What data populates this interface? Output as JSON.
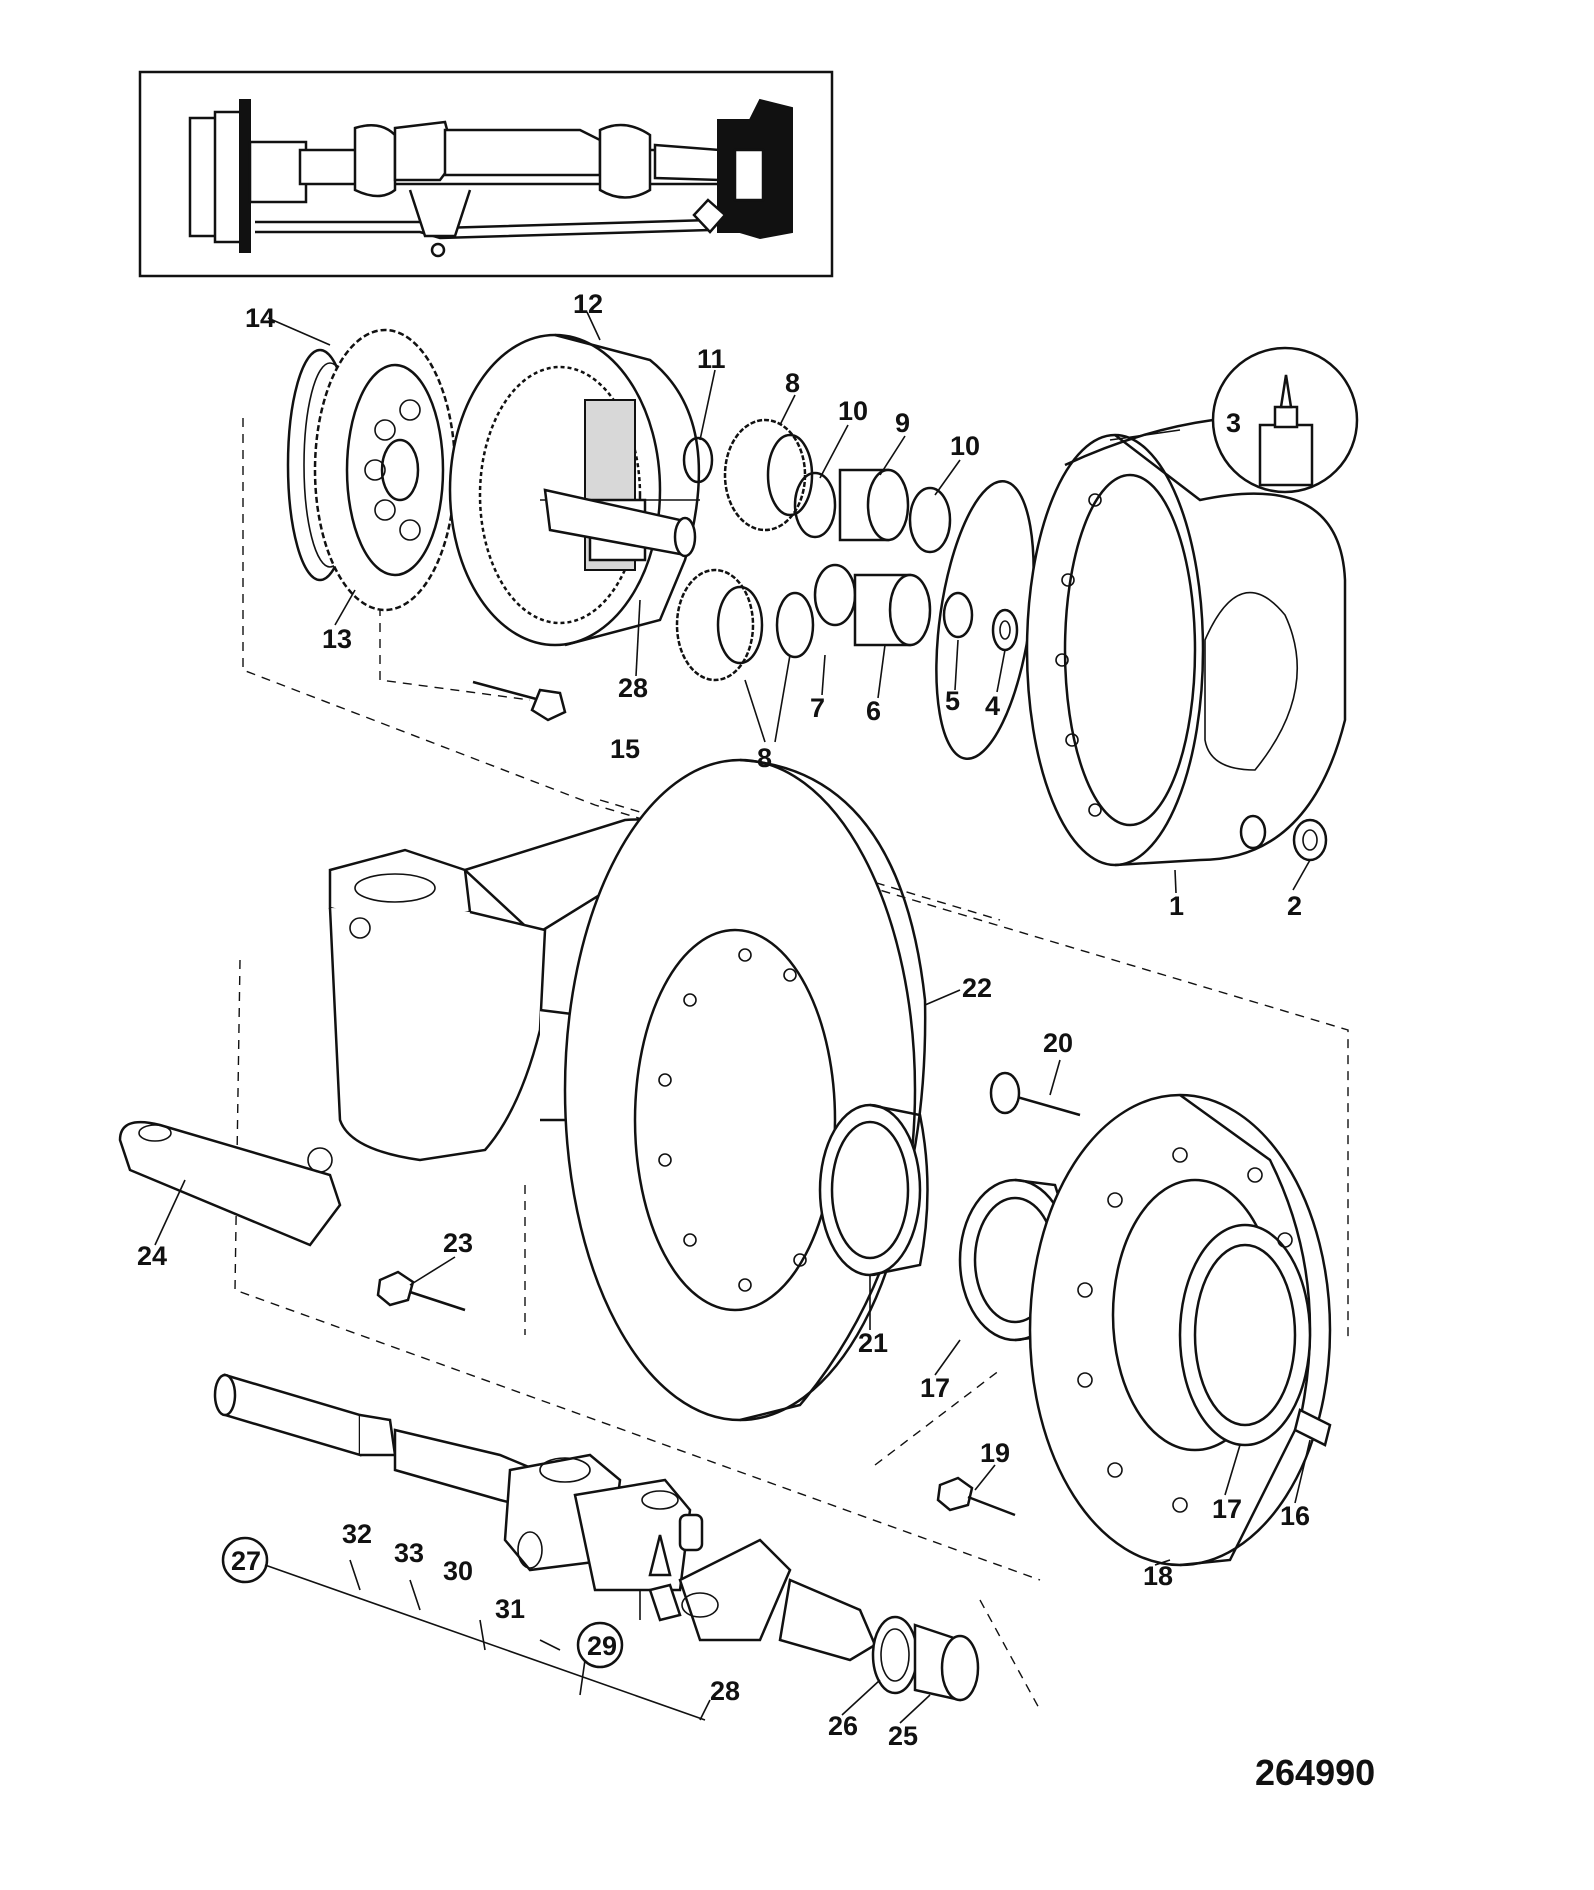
{
  "diagram": {
    "reference_number": "264990",
    "callouts": {
      "c1": "1",
      "c2": "2",
      "c3": "3",
      "c4": "4",
      "c5": "5",
      "c6": "6",
      "c7": "7",
      "c8a": "8",
      "c8b": "8",
      "c9": "9",
      "c10a": "10",
      "c10b": "10",
      "c11": "11",
      "c12": "12",
      "c13": "13",
      "c14": "14",
      "c15": "15",
      "c16": "16",
      "c17a": "17",
      "c17b": "17",
      "c18": "18",
      "c19": "19",
      "c20": "20",
      "c21": "21",
      "c22": "22",
      "c23": "23",
      "c24": "24",
      "c25": "25",
      "c26": "26",
      "c27": "27",
      "c28a": "28",
      "c28b": "28",
      "c29": "29",
      "c30": "30",
      "c31": "31",
      "c32": "32",
      "c33": "33"
    }
  }
}
